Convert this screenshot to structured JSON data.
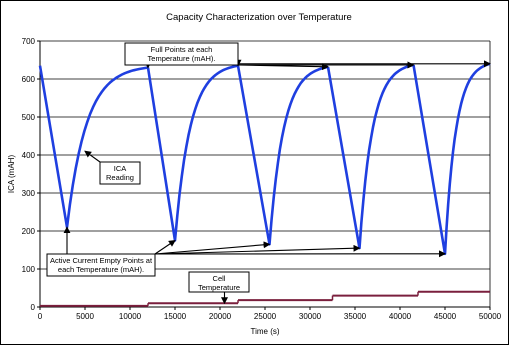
{
  "chart_data": {
    "type": "line",
    "title": "Capacity Characterization over Temperature",
    "xlabel": "Time (s)",
    "ylabel": "ICA (mAH)",
    "xlim": [
      0,
      50000
    ],
    "ylim": [
      0,
      700
    ],
    "x_ticks": [
      "0",
      "5000",
      "10000",
      "15000",
      "20000",
      "25000",
      "30000",
      "35000",
      "40000",
      "45000",
      "50000"
    ],
    "y_ticks": [
      "0",
      "100",
      "200",
      "300",
      "400",
      "500",
      "600",
      "700"
    ],
    "grid": "horizontal",
    "legend": "none",
    "colors": {
      "ica": "#1f3fe0",
      "temperature": "#7a1f3d"
    },
    "series": [
      {
        "role": "ica",
        "cycles": [
          {
            "start_x": 0,
            "start_y": 635,
            "empty_x": 3000,
            "empty_y": 210,
            "full_x": 12000,
            "full_y": 630
          },
          {
            "start_x": 12000,
            "start_y": 630,
            "empty_x": 15000,
            "empty_y": 175,
            "full_x": 22000,
            "full_y": 635
          },
          {
            "start_x": 22000,
            "start_y": 635,
            "empty_x": 25500,
            "empty_y": 165,
            "full_x": 32000,
            "full_y": 632
          },
          {
            "start_x": 32000,
            "start_y": 632,
            "empty_x": 35500,
            "empty_y": 155,
            "full_x": 41500,
            "full_y": 637
          },
          {
            "start_x": 41500,
            "start_y": 637,
            "empty_x": 45000,
            "empty_y": 140,
            "full_x": 50000,
            "full_y": 640
          }
        ]
      },
      {
        "role": "temperature",
        "steps": [
          {
            "x0": 0,
            "x1": 12000,
            "y": 3
          },
          {
            "x0": 12000,
            "x1": 22000,
            "y": 10
          },
          {
            "x0": 22000,
            "x1": 32500,
            "y": 18
          },
          {
            "x0": 32500,
            "x1": 42000,
            "y": 30
          },
          {
            "x0": 42000,
            "x1": 50000,
            "y": 40
          }
        ]
      }
    ],
    "annotations": {
      "full": {
        "lines": [
          "Full Points at each",
          "Temperature (mAH)."
        ],
        "targets": [
          [
            12000,
            630
          ],
          [
            22000,
            635
          ],
          [
            32000,
            632
          ],
          [
            41500,
            637
          ],
          [
            50000,
            640
          ]
        ]
      },
      "ica": {
        "lines": [
          "ICA",
          "Reading"
        ],
        "targets": [
          [
            5000,
            410
          ]
        ]
      },
      "empty": {
        "lines": [
          "Active Current Empty Points at",
          "each Temperature (mAH)."
        ],
        "targets": [
          [
            3000,
            210
          ],
          [
            15000,
            175
          ],
          [
            25500,
            165
          ],
          [
            35500,
            155
          ],
          [
            45000,
            140
          ]
        ]
      },
      "temp": {
        "lines": [
          "Cell",
          "Temperature"
        ],
        "targets": [
          [
            20500,
            10
          ]
        ]
      }
    }
  }
}
